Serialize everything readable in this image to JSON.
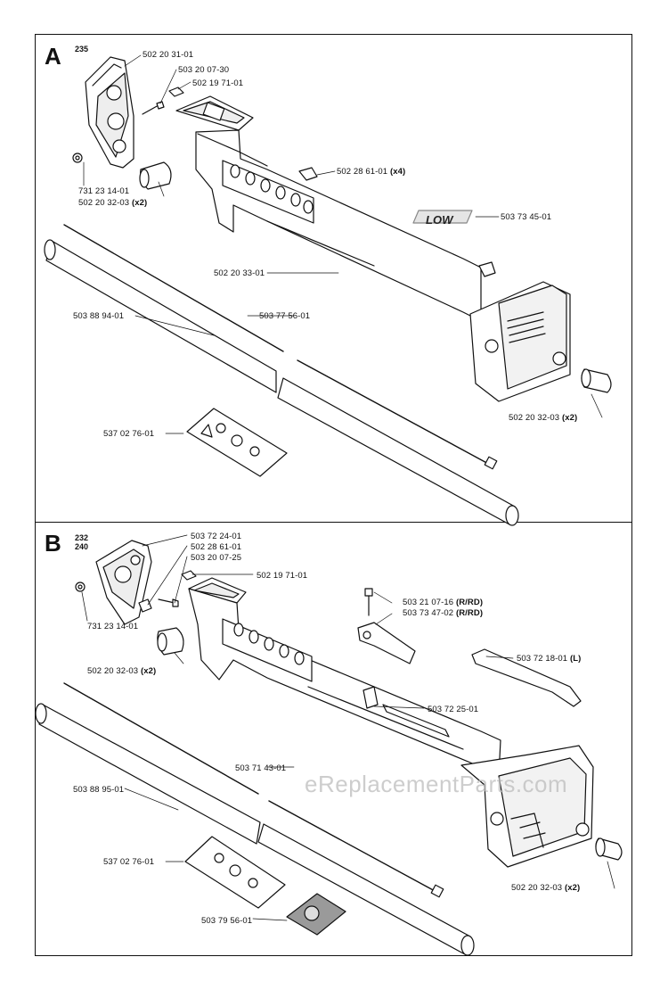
{
  "panel_a": {
    "letter": "A",
    "model": "235",
    "labels": {
      "handle": "502 20 31-01",
      "screw": "503 20 07-30",
      "nut_sq": "502 19 71-01",
      "clip": "502 28 61-01",
      "clip_qty": "(x4)",
      "decal_low": "503 73 45-01",
      "nut": "731 23 14-01",
      "plug": "502 20 32-03",
      "plug_qty": "(x2)",
      "frame": "502 20 33-01",
      "tube": "503 88 94-01",
      "shaft": "503 77 56-01",
      "plug2": "502 20 32-03",
      "plug2_qty": "(x2)",
      "decal_warn": "537 02 76-01"
    },
    "logo": "LOW"
  },
  "panel_b": {
    "letter": "B",
    "model_1": "232",
    "model_2": "240",
    "labels": {
      "handle": "503 72 24-01",
      "clip": "502 28 61-01",
      "screw": "503 20 07-25",
      "nut_sq": "502 19 71-01",
      "bolt": "503 21 07-16",
      "bolt_note": "(R/RD)",
      "bracket": "503 73 47-02",
      "bracket_note": "(R/RD)",
      "lever": "503 72 18-01",
      "lever_note": "(L)",
      "nut": "731 23 14-01",
      "plug": "502 20 32-03",
      "plug_qty": "(x2)",
      "guard": "503 72 25-01",
      "shaft": "503 71 43-01",
      "tube": "503 88 95-01",
      "decal_warn": "537 02 76-01",
      "decal2": "503 79 56-01",
      "plug2": "502 20 32-03",
      "plug2_qty": "(x2)"
    }
  },
  "watermark": "eReplacementParts.com"
}
